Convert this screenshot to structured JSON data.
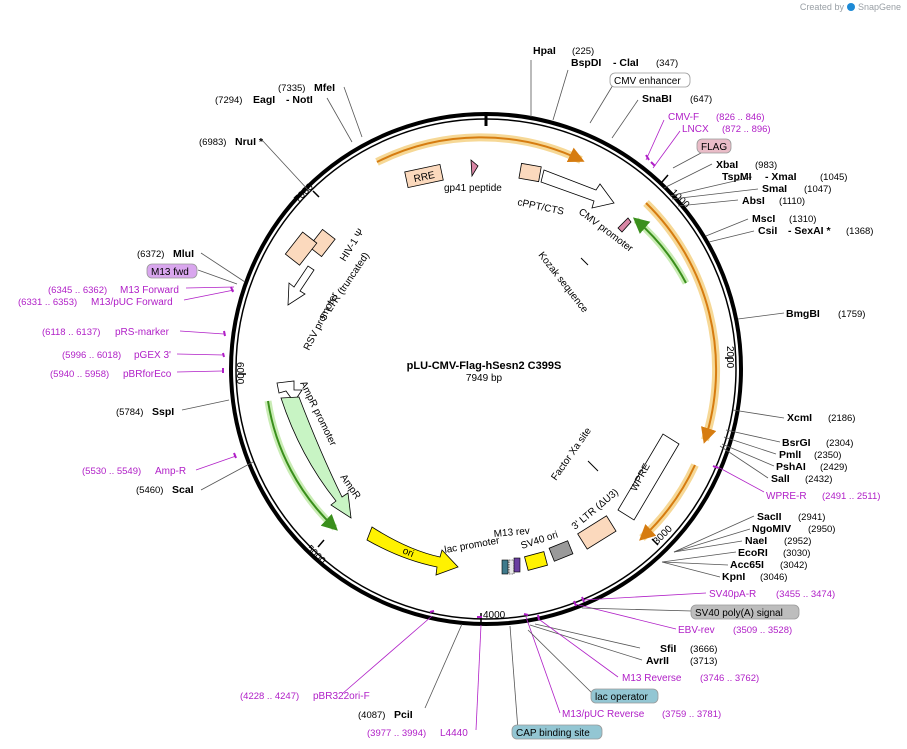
{
  "credit": {
    "prefix": "Created by",
    "brand": "SnapGene"
  },
  "plasmid": {
    "name": "pLU-CMV-Flag-hSesn2 C399S",
    "length": "7949 bp"
  },
  "ticks": [
    "1000",
    "2000",
    "3000",
    "4000",
    "5000",
    "6000",
    "7000"
  ],
  "enzymes": [
    {
      "name": "HpaI",
      "pos": "(225)"
    },
    {
      "name": "BspDI",
      "pos": ""
    },
    {
      "name": "- ClaI",
      "pos": "(347)"
    },
    {
      "name": "SnaBI",
      "pos": "(647)"
    },
    {
      "name": "XbaI",
      "pos": "(983)"
    },
    {
      "name": "TspMI",
      "pos": ""
    },
    {
      "name": "- XmaI",
      "pos": "(1045)"
    },
    {
      "name": "SmaI",
      "pos": "(1047)"
    },
    {
      "name": "AbsI",
      "pos": "(1110)"
    },
    {
      "name": "MscI",
      "pos": "(1310)"
    },
    {
      "name": "CsiI",
      "pos": ""
    },
    {
      "name": "- SexAI *",
      "pos": "(1368)"
    },
    {
      "name": "BmgBI",
      "pos": "(1759)"
    },
    {
      "name": "XcmI",
      "pos": "(2186)"
    },
    {
      "name": "BsrGI",
      "pos": "(2304)"
    },
    {
      "name": "PmlI",
      "pos": "(2350)"
    },
    {
      "name": "PshAI",
      "pos": "(2429)"
    },
    {
      "name": "SalI",
      "pos": "(2432)"
    },
    {
      "name": "SacII",
      "pos": "(2941)"
    },
    {
      "name": "NgoMIV",
      "pos": "(2950)"
    },
    {
      "name": "NaeI",
      "pos": "(2952)"
    },
    {
      "name": "EcoRI",
      "pos": "(3030)"
    },
    {
      "name": "Acc65I",
      "pos": "(3042)"
    },
    {
      "name": "KpnI",
      "pos": "(3046)"
    },
    {
      "name": "SfiI",
      "pos": "(3666)"
    },
    {
      "name": "AvrII",
      "pos": "(3713)"
    },
    {
      "name": "PciI",
      "pos": "(4087)"
    },
    {
      "name": "ScaI",
      "pos": "(5460)"
    },
    {
      "name": "SspI",
      "pos": "(5784)"
    },
    {
      "name": "MluI",
      "pos": "(6372)"
    },
    {
      "name": "NruI *",
      "pos": "(6983)"
    },
    {
      "name": "EagI",
      "pos": "(7294)"
    },
    {
      "name": "- NotI",
      "pos": ""
    },
    {
      "name": "MfeI",
      "pos": "(7335)"
    }
  ],
  "primers": [
    {
      "name": "CMV-F",
      "pos": "(826 .. 846)"
    },
    {
      "name": "LNCX",
      "pos": "(872 .. 896)"
    },
    {
      "name": "WPRE-R",
      "pos": "(2491 .. 2511)"
    },
    {
      "name": "SV40pA-R",
      "pos": "(3455 .. 3474)"
    },
    {
      "name": "EBV-rev",
      "pos": "(3509 .. 3528)"
    },
    {
      "name": "M13 Reverse",
      "pos": "(3746 .. 3762)"
    },
    {
      "name": "M13/pUC Reverse",
      "pos": "(3759 .. 3781)"
    },
    {
      "name": "L4440",
      "pos": "(3977 .. 3994)"
    },
    {
      "name": "pBR322ori-F",
      "pos": "(4228 .. 4247)"
    },
    {
      "name": "Amp-R",
      "pos": "(5530 .. 5549)"
    },
    {
      "name": "pBRforEco",
      "pos": "(5940 .. 5958)"
    },
    {
      "name": "pGEX 3'",
      "pos": "(5996 .. 6018)"
    },
    {
      "name": "pRS-marker",
      "pos": "(6118 .. 6137)"
    },
    {
      "name": "M13/pUC Forward",
      "pos": "(6331 .. 6353)"
    },
    {
      "name": "M13 Forward",
      "pos": "(6345 .. 6362)"
    }
  ],
  "boxed_labels": [
    {
      "name": "CMV enhancer",
      "color": "#ffffff"
    },
    {
      "name": "FLAG",
      "color": "#e9bcc7"
    },
    {
      "name": "M13 fwd",
      "color": "#d9a6ee"
    },
    {
      "name": "SV40 poly(A) signal",
      "color": "#bdbdbd"
    },
    {
      "name": "lac operator",
      "color": "#93c6d3"
    },
    {
      "name": "CAP binding site",
      "color": "#93c6d3"
    }
  ],
  "inner_features": [
    "RRE",
    "gp41 peptide",
    "cPPT/CTS",
    "CMV promoter",
    "Kozak sequence",
    "HIV-1 Ψ",
    "RSV promoter",
    "5' LTR (truncated)",
    "AmpR promoter",
    "AmpR",
    "ori",
    "lac promoter",
    "M13 rev",
    "SV40 ori",
    "3' LTR (ΔU3)",
    "WPRE",
    "Factor Xa site"
  ],
  "colors": {
    "backbone": "#000000",
    "primer": "#b01fc7",
    "orange": "#f0a830",
    "green": "#3a8f1c",
    "ampr": "#c8f4c4",
    "ori": "#fff200",
    "ltr": "#fbd9bd",
    "wpre": "#ffffff"
  }
}
